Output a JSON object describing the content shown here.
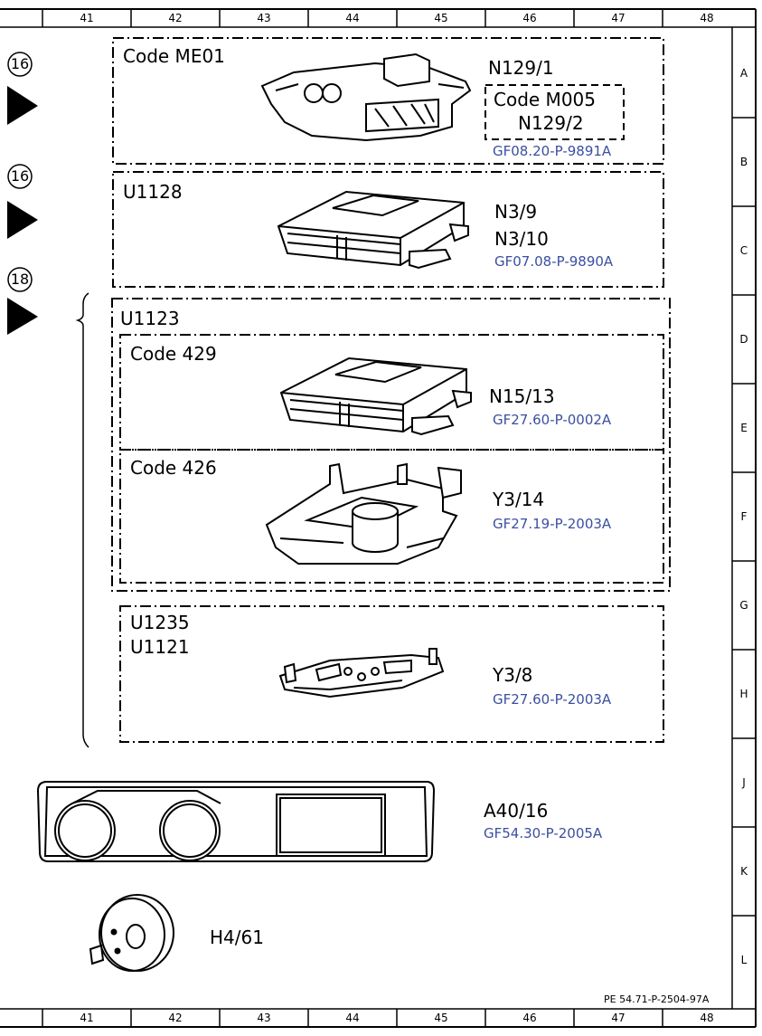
{
  "grid": {
    "columns": [
      "41",
      "42",
      "43",
      "44",
      "45",
      "46",
      "47",
      "48"
    ],
    "rows": [
      "A",
      "B",
      "C",
      "D",
      "E",
      "F",
      "G",
      "H",
      "J",
      "K",
      "L"
    ]
  },
  "link_color": "#3b4fa0",
  "markers": [
    "16",
    "16",
    "18"
  ],
  "groups": {
    "me01": {
      "title": "Code ME01",
      "part": "N129/1",
      "sub_title": "Code M005",
      "sub_part": "N129/2",
      "ref": "GF08.20-P-9891A"
    },
    "u1128": {
      "title": "U1128",
      "parts": [
        "N3/9",
        "N3/10"
      ],
      "ref": "GF07.08-P-9890A"
    },
    "u1123": {
      "title": "U1123",
      "code429": {
        "title": "Code 429",
        "part": "N15/13",
        "ref": "GF27.60-P-0002A"
      },
      "code426": {
        "title": "Code 426",
        "part": "Y3/14",
        "ref": "GF27.19-P-2003A"
      }
    },
    "u1235": {
      "titles": [
        "U1235",
        "U1121"
      ],
      "part": "Y3/8",
      "ref": "GF27.60-P-2003A"
    },
    "a40": {
      "part": "A40/16",
      "ref": "GF54.30-P-2005A"
    },
    "h4": {
      "part": "H4/61"
    }
  },
  "footer_ref": "PE 54.71-P-2504-97A"
}
